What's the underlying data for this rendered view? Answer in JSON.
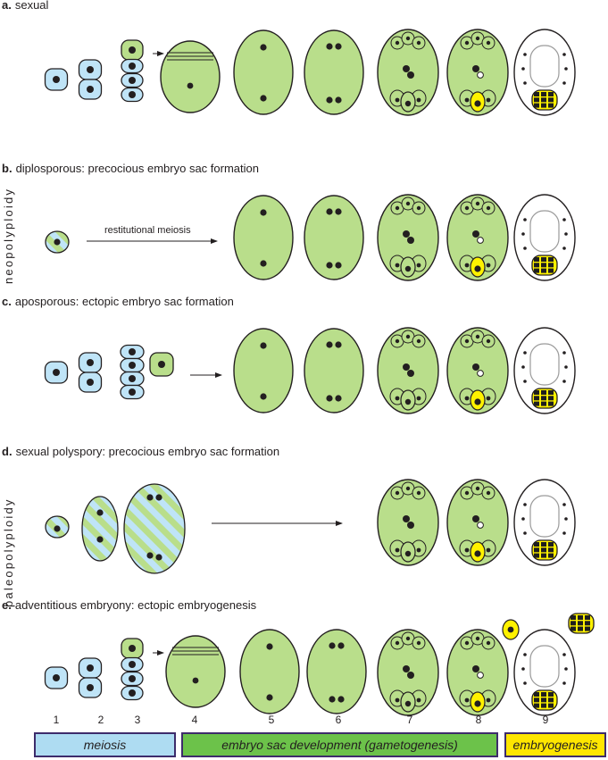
{
  "sections": [
    {
      "letter": "a.",
      "text": "sexual"
    },
    {
      "letter": "b.",
      "text": "diplosporous: precocious embryo sac formation"
    },
    {
      "letter": "c.",
      "text": "aposporous:  ectopic embryo sac formation"
    },
    {
      "letter": "d.",
      "text": "sexual polyspory: precocious embryo sac formation"
    },
    {
      "letter": "e.",
      "text": "adventitious embryony: ectopic embryogenesis"
    }
  ],
  "side_labels": {
    "neo": "neopolyploidy",
    "paleo": "paleopolyploidy"
  },
  "annotation": "restitutional meiosis",
  "stage_numbers": [
    "1",
    "2",
    "3",
    "4",
    "5",
    "6",
    "7",
    "8",
    "9"
  ],
  "legend": [
    {
      "label": "meiosis",
      "color": "#aedcf2"
    },
    {
      "label": "embryo sac development (gametogenesis)",
      "color": "#6cc24a"
    },
    {
      "label": "embryogenesis",
      "color": "#ffe600"
    }
  ],
  "colors": {
    "green": "#b9de8b",
    "blue": "#bfe4f7",
    "yellow": "#fff200",
    "stroke": "#231f20"
  }
}
